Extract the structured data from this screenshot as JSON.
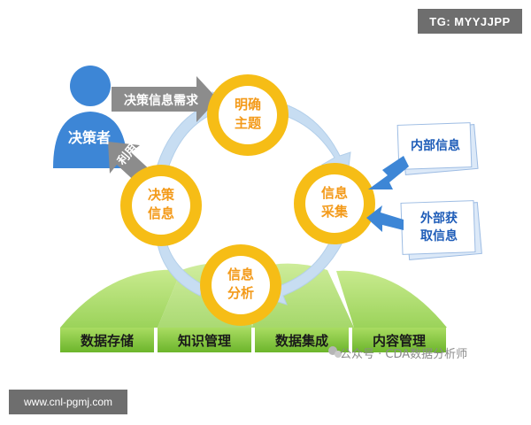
{
  "badges": {
    "top_right": "TG: MYYJJPP",
    "bottom_left": "www.cnl-pgmj.com"
  },
  "actor": {
    "label": "决策者",
    "demand_arrow": "决策信息需求",
    "use_arrow": "利用"
  },
  "cycle_nodes": {
    "theme": "明确\n主题",
    "collect": "信息\n采集",
    "analyze": "信息\n分析",
    "decision": "决策\n信息"
  },
  "sources": {
    "internal": "内部信息",
    "external": "外部获\n取信息"
  },
  "bottom_boxes": [
    {
      "label": "数据存储"
    },
    {
      "label": "知识管理"
    },
    {
      "label": "数据集成"
    },
    {
      "label": "内容管理"
    }
  ],
  "watermark": "公众号 · CDA数据分析师",
  "colors": {
    "node_fill": "#f6bd16",
    "node_text": "#f39a1a",
    "person": "#3d86d6",
    "gray_arrow": "#8c8c8c",
    "doc_blue": "#1e5cb8",
    "box_green": "#7dc437",
    "cycle_arrow": "#c7ddf2"
  }
}
